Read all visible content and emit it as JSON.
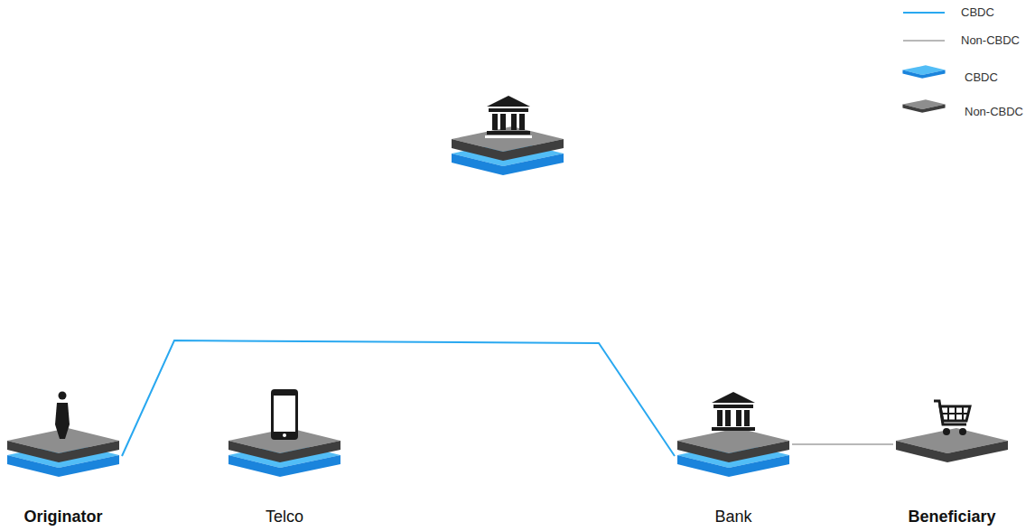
{
  "diagram": {
    "nodes": [
      {
        "text": [
          "Originator"
        ]
      },
      {
        "text": [
          "Telco"
        ]
      },
      {
        "text": [
          "Bank"
        ]
      },
      {
        "text": [
          "Beneficiary"
        ]
      }
    ],
    "edges": [
      {
        "from": 0,
        "to": 2,
        "arrow": "none"
      },
      {
        "from": 2,
        "to": 3,
        "arrow": "none"
      }
    ],
    "legend": [
      {
        "text": "CBDC"
      },
      {
        "text": "Non-CBDC"
      },
      {
        "text": "CBDC"
      },
      {
        "text": "Non-CBDC"
      }
    ]
  }
}
